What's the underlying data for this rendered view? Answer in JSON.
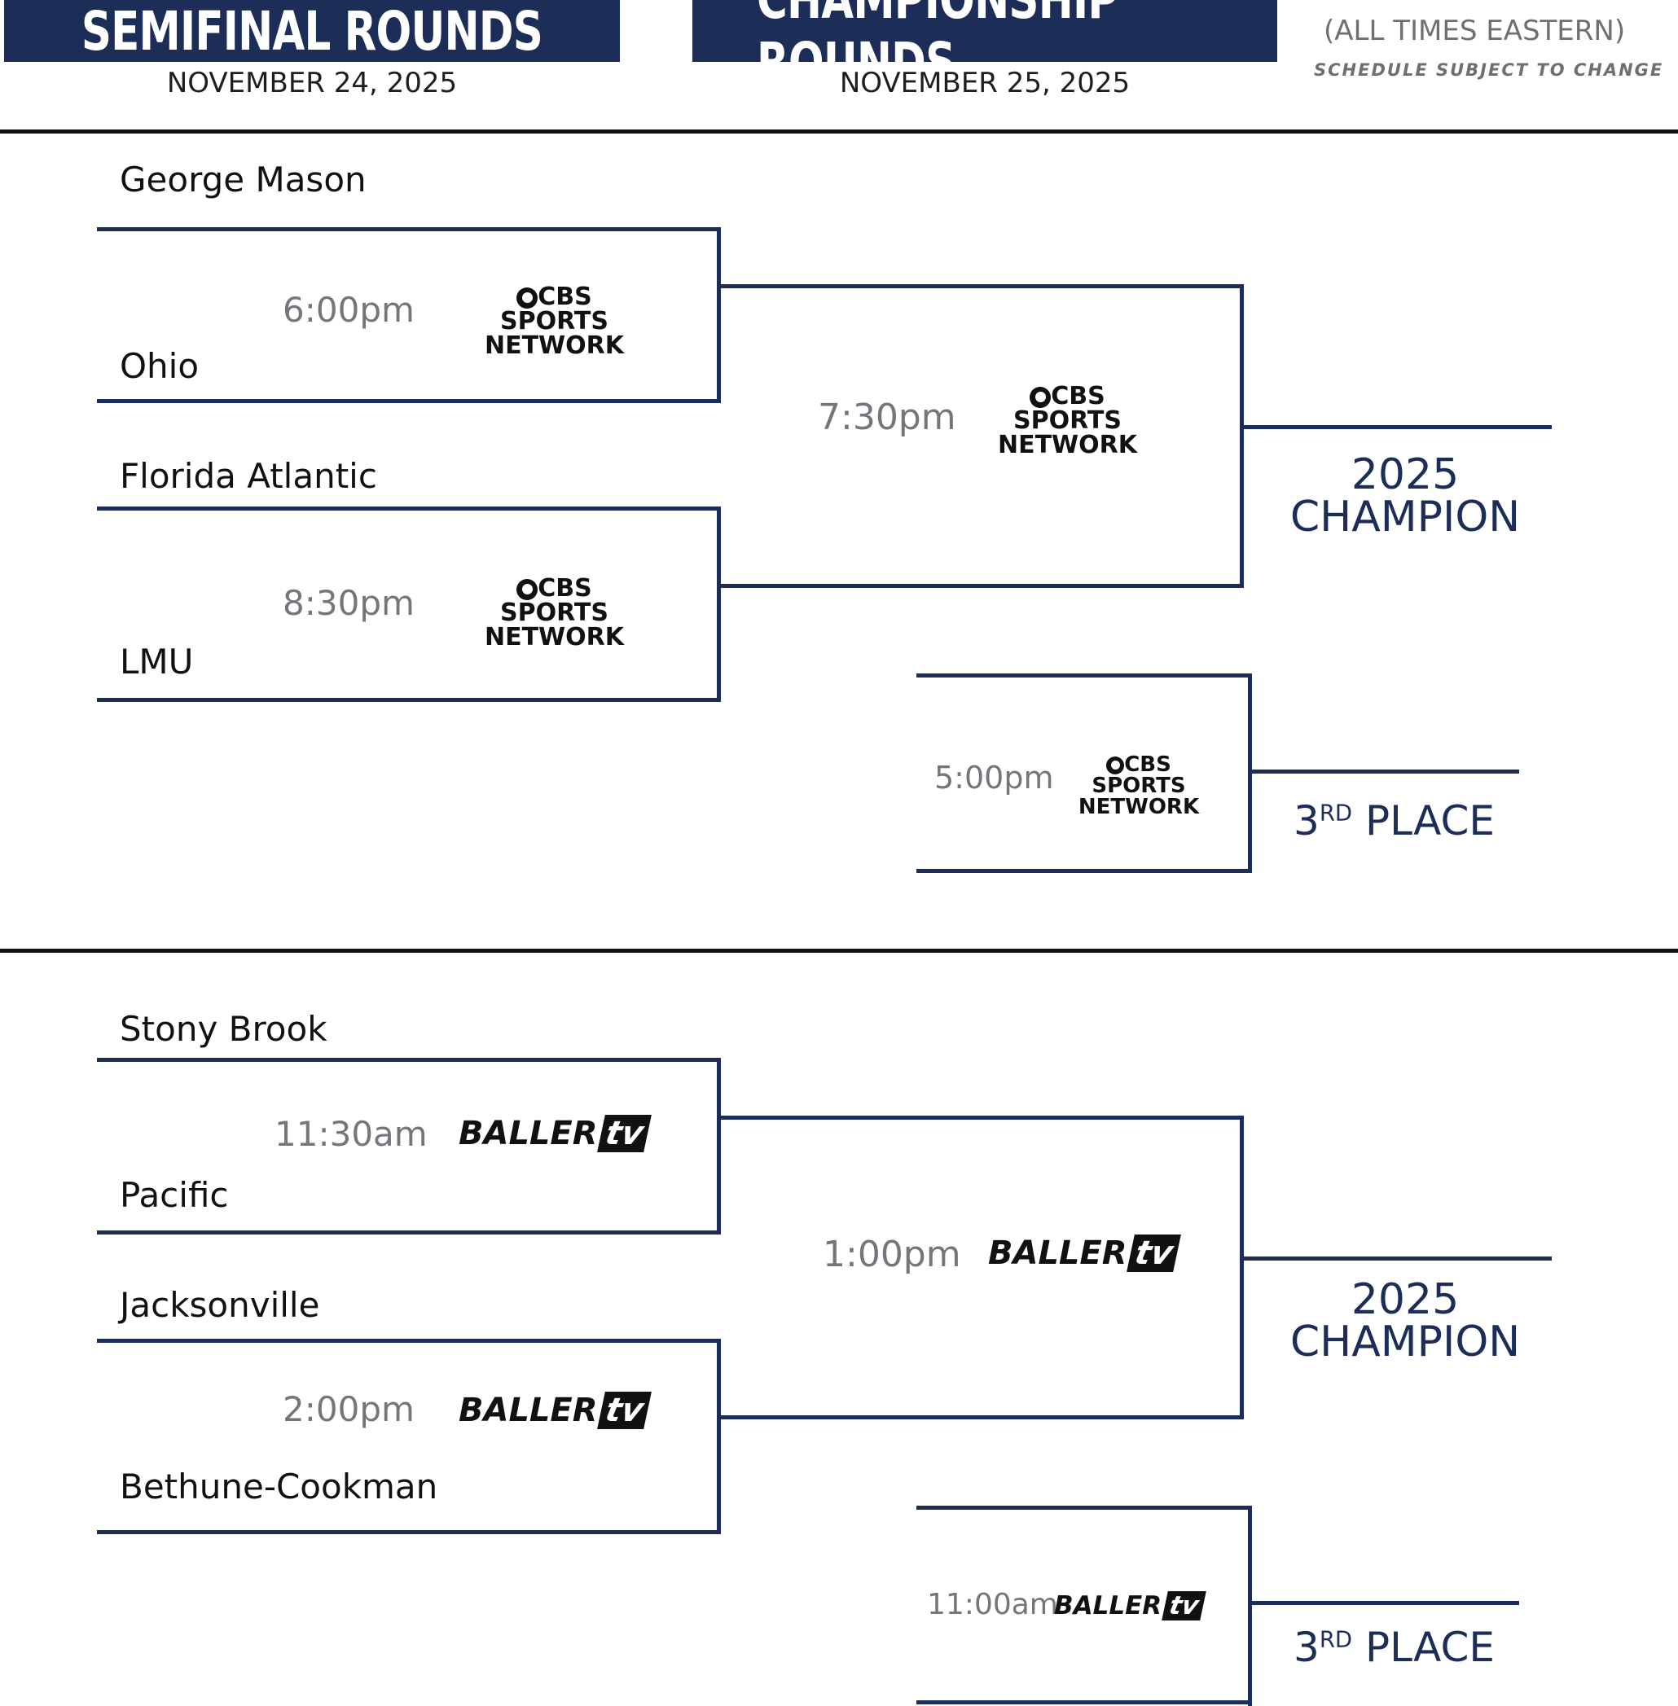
{
  "header": {
    "semifinal_title": "SEMIFINAL ROUNDS",
    "semifinal_date": "NOVEMBER 24, 2025",
    "championship_title": "CHAMPIONSHIP ROUNDS",
    "championship_date": "NOVEMBER 25, 2025",
    "time_note": "(ALL TIMES EASTERN)",
    "schedule_note": "SCHEDULE SUBJECT TO CHANGE"
  },
  "networks": {
    "cbs_line1": "CBS SPORTS",
    "cbs_line2": "NETWORK",
    "baller_word": "BALLER",
    "baller_tv": "tv"
  },
  "bracket1": {
    "teams": [
      "George Mason",
      "Ohio",
      "Florida Atlantic",
      "LMU"
    ],
    "semi1_time": "6:00pm",
    "semi2_time": "8:30pm",
    "final_time": "7:30pm",
    "third_time": "5:00pm",
    "champion_year": "2025",
    "champion_label": "CHAMPION",
    "third_num": "3",
    "third_sup": "RD",
    "third_label": "PLACE"
  },
  "bracket2": {
    "teams": [
      "Stony Brook",
      "Pacific",
      "Jacksonville",
      "Bethune-Cookman"
    ],
    "semi1_time": "11:30am",
    "semi2_time": "2:00pm",
    "final_time": "1:00pm",
    "third_time": "11:00am",
    "champion_year": "2025",
    "champion_label": "CHAMPION",
    "third_num": "3",
    "third_sup": "RD",
    "third_label": "PLACE"
  },
  "colors": {
    "navy": "#1c2d58",
    "time_gray": "#73767b",
    "rule": "#111111"
  }
}
